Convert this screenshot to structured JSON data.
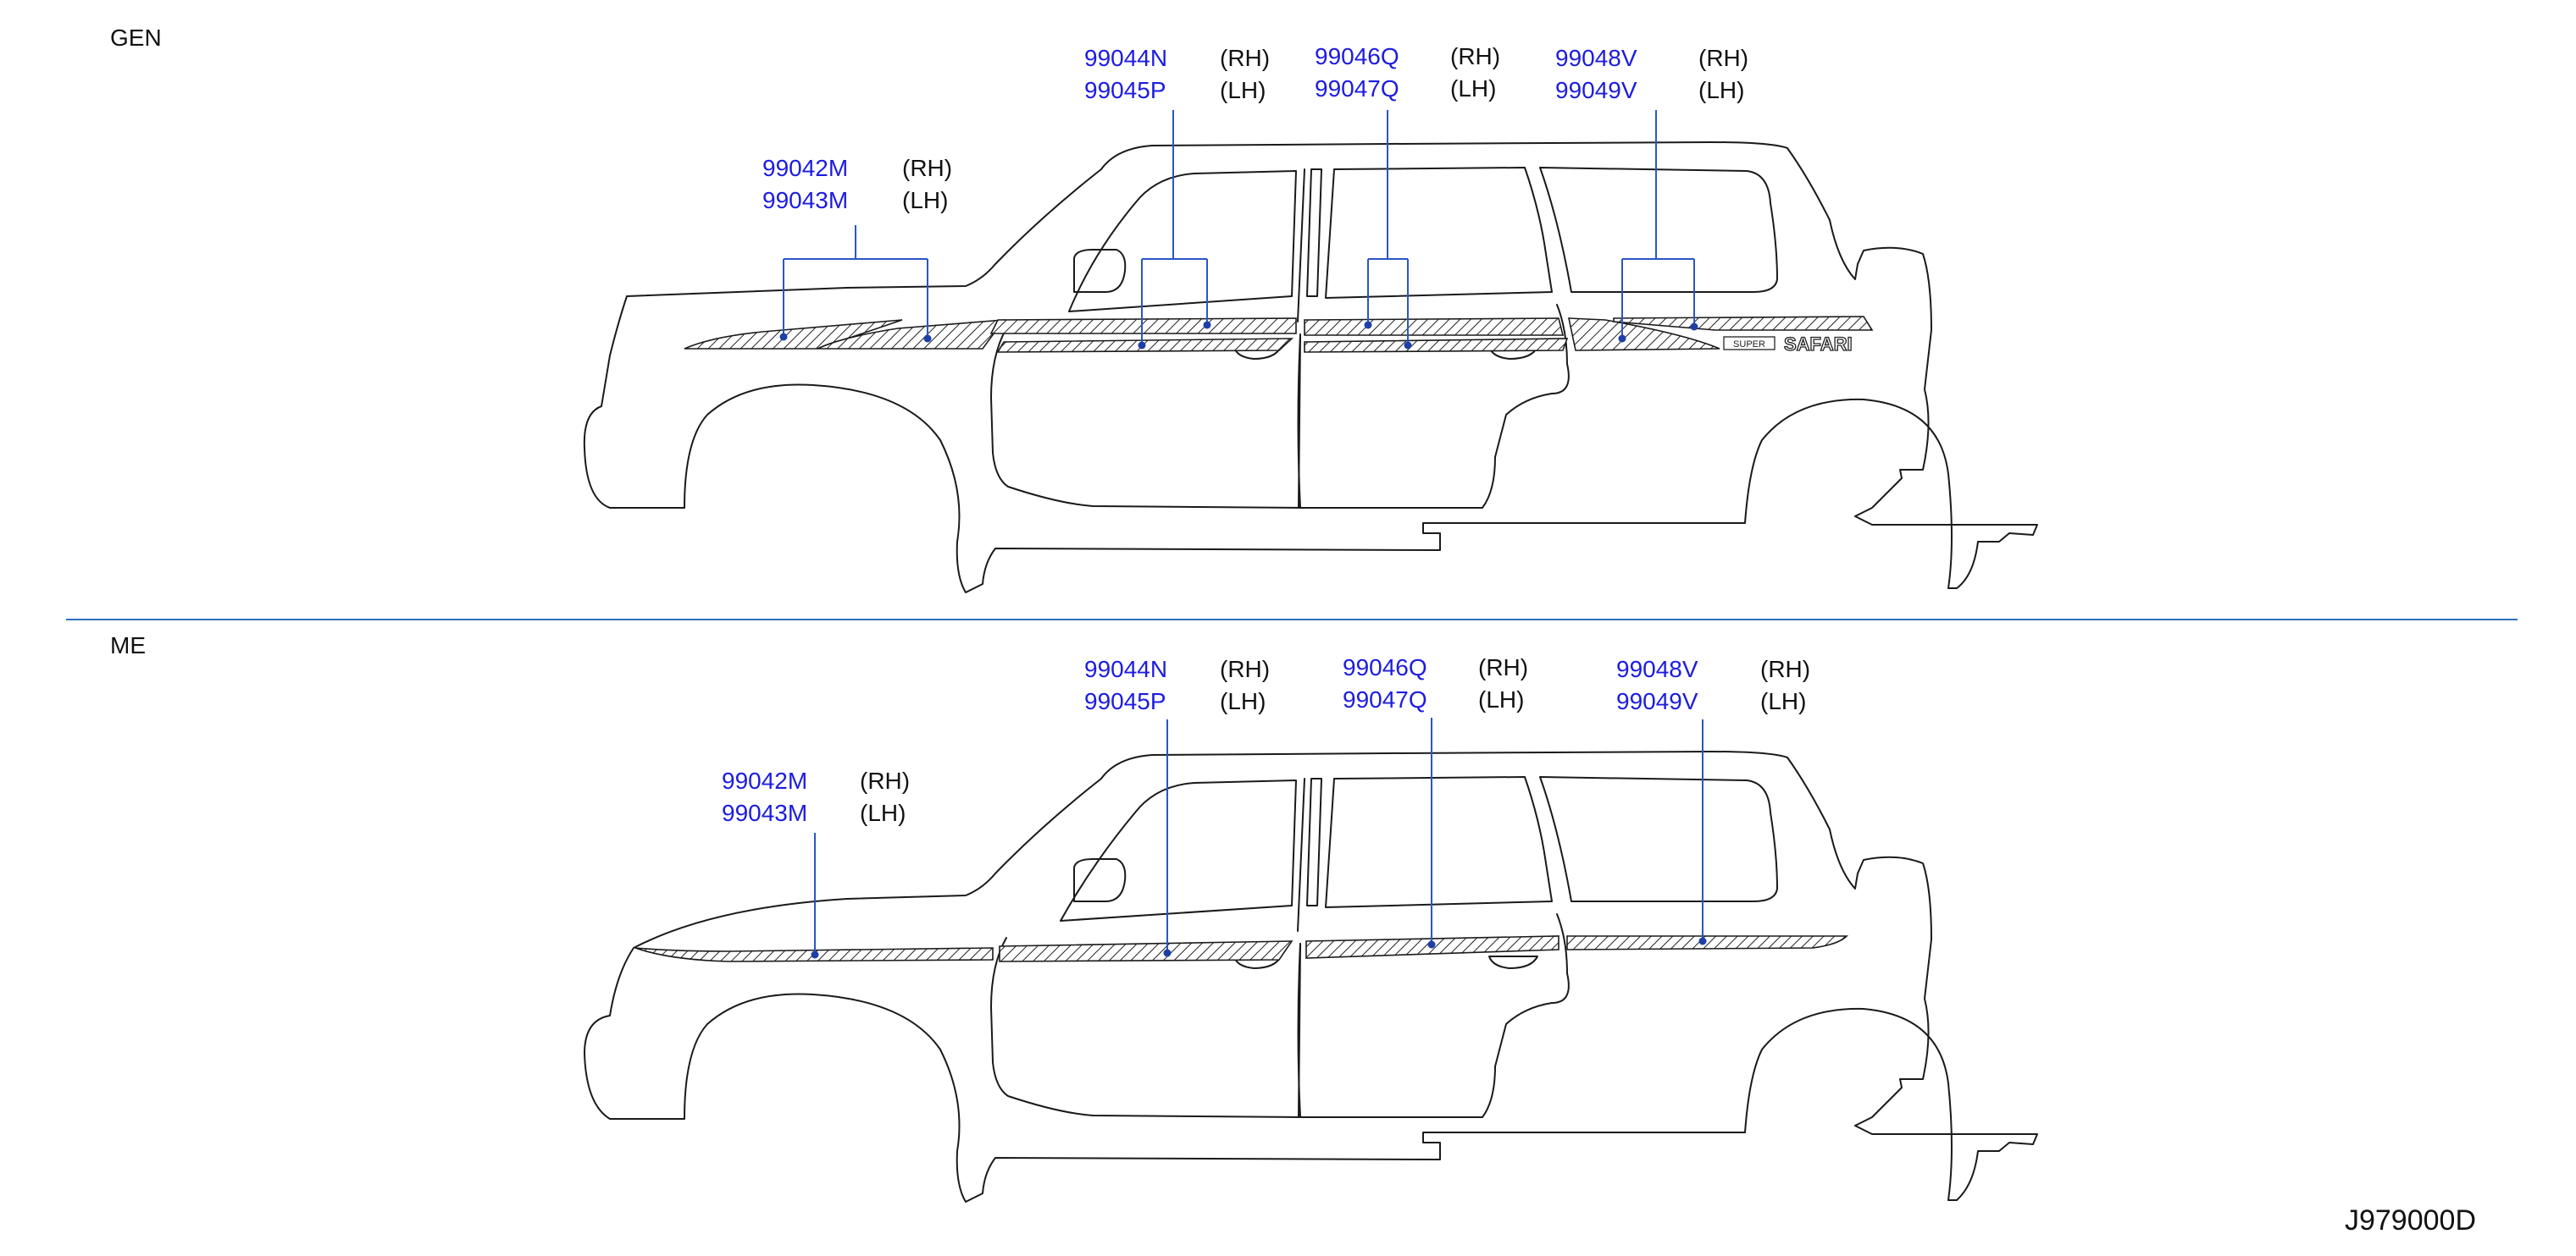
{
  "sections": [
    {
      "label": "GEN",
      "callouts": [
        {
          "part_rh": "99042M",
          "part_lh": "99043M",
          "side_rh": "(RH)",
          "side_lh": "(LH)"
        },
        {
          "part_rh": "99044N",
          "part_lh": "99045P",
          "side_rh": "(RH)",
          "side_lh": "(LH)"
        },
        {
          "part_rh": "99046Q",
          "part_lh": "99047Q",
          "side_rh": "(RH)",
          "side_lh": "(LH)"
        },
        {
          "part_rh": "99048V",
          "part_lh": "99049V",
          "side_rh": "(RH)",
          "side_lh": "(LH)"
        }
      ],
      "emblem": {
        "small": "SUPER",
        "large": "SAFARI"
      }
    },
    {
      "label": "ME",
      "callouts": [
        {
          "part_rh": "99042M",
          "part_lh": "99043M",
          "side_rh": "(RH)",
          "side_lh": "(LH)"
        },
        {
          "part_rh": "99044N",
          "part_lh": "99045P",
          "side_rh": "(RH)",
          "side_lh": "(LH)"
        },
        {
          "part_rh": "99046Q",
          "part_lh": "99047Q",
          "side_rh": "(RH)",
          "side_lh": "(LH)"
        },
        {
          "part_rh": "99048V",
          "part_lh": "99049V",
          "side_rh": "(RH)",
          "side_lh": "(LH)"
        }
      ]
    }
  ],
  "colors": {
    "part_number": "#1c1ce0",
    "leader": "#2a56c6",
    "divider": "#2f6fc0",
    "outline": "#1a1a1a"
  },
  "reference_code": "J979000D"
}
